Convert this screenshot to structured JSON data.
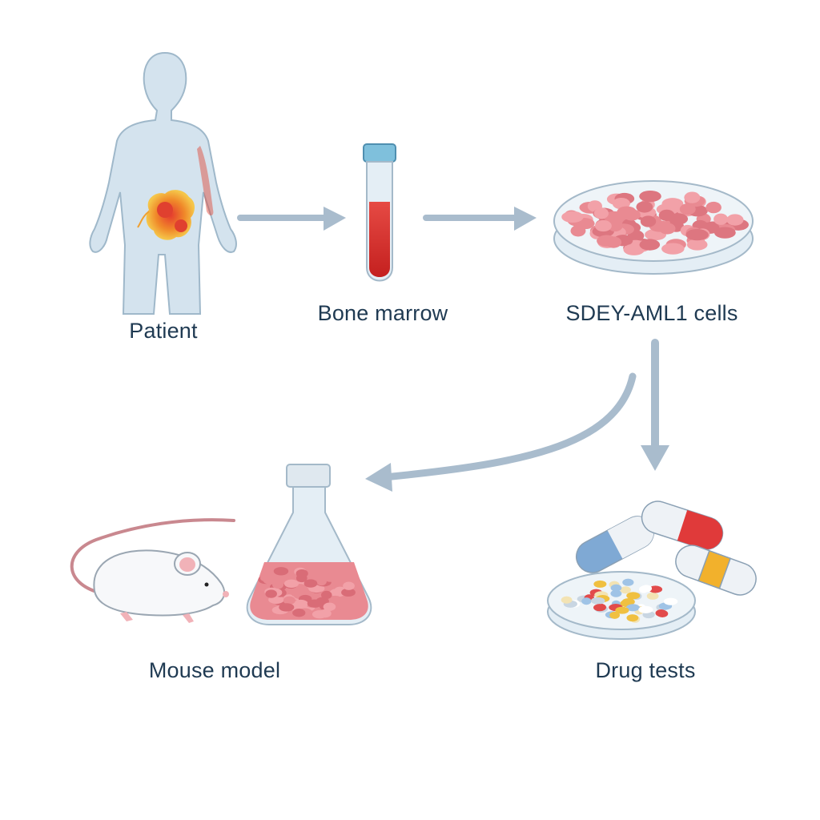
{
  "colors": {
    "label_text": "#1f3a52",
    "arrow": "#a9bccd",
    "body": "#d4e3ee",
    "body_outline": "#9fb8ca",
    "tumor_orange": "#f0a030",
    "tumor_red": "#e0402f",
    "blood": "#d8302e",
    "cap_blue": "#7fc0dc",
    "cells_pink": "#e98a92",
    "glass": "#e4eef5",
    "glass_outline": "#a4b9c9",
    "capsule_blue": "#7fa9d4",
    "capsule_red": "#e03a3a",
    "capsule_yellow": "#f2b12c",
    "mouse_white": "#f7f8fa",
    "mouse_pink": "#f1b2b8",
    "tail": "#c9888f"
  },
  "nodes": {
    "patient": {
      "label": "Patient",
      "icon": "human-body-icon"
    },
    "bone_marrow": {
      "label": "Bone marrow",
      "icon": "test-tube-icon"
    },
    "cells": {
      "label": "SDEY-AML1 cells",
      "icon": "petri-dish-icon"
    },
    "mouse_model": {
      "label": "Mouse model",
      "icon": "mouse-and-flask-icon"
    },
    "drug_tests": {
      "label": "Drug tests",
      "icon": "capsules-and-dish-icon"
    }
  },
  "edges": [
    {
      "from": "patient",
      "to": "bone_marrow"
    },
    {
      "from": "bone_marrow",
      "to": "cells"
    },
    {
      "from": "cells",
      "to": "mouse_model"
    },
    {
      "from": "cells",
      "to": "drug_tests"
    }
  ]
}
